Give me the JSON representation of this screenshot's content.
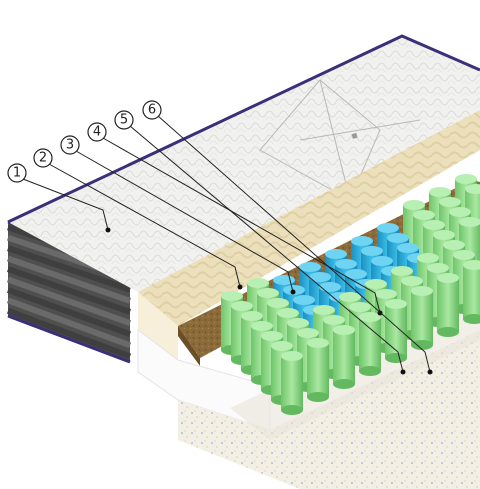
{
  "callouts": [
    {
      "label": "1",
      "layer": "quilted-cover"
    },
    {
      "label": "2",
      "layer": "comfort-foam"
    },
    {
      "label": "3",
      "layer": "coconut-fibre"
    },
    {
      "label": "4",
      "layer": "pocket-springs-blue"
    },
    {
      "label": "5",
      "layer": "pocket-springs-green"
    },
    {
      "label": "6",
      "layer": "base-felt"
    }
  ],
  "colors": {
    "cover": "#f1f1ef",
    "cover_pattern": "#d9d9d6",
    "piping": "#3b2f78",
    "side_stripes": "#5a5a5a",
    "foam": "#eadcb7",
    "coconut": "#8a6a3a",
    "spring_blue": "#2aa9d8",
    "spring_green": "#8fd98a",
    "felt": "#f2eee4",
    "white_foam": "#fbfbfb"
  },
  "icons": {
    "logo": "brand-logo-emblem"
  }
}
